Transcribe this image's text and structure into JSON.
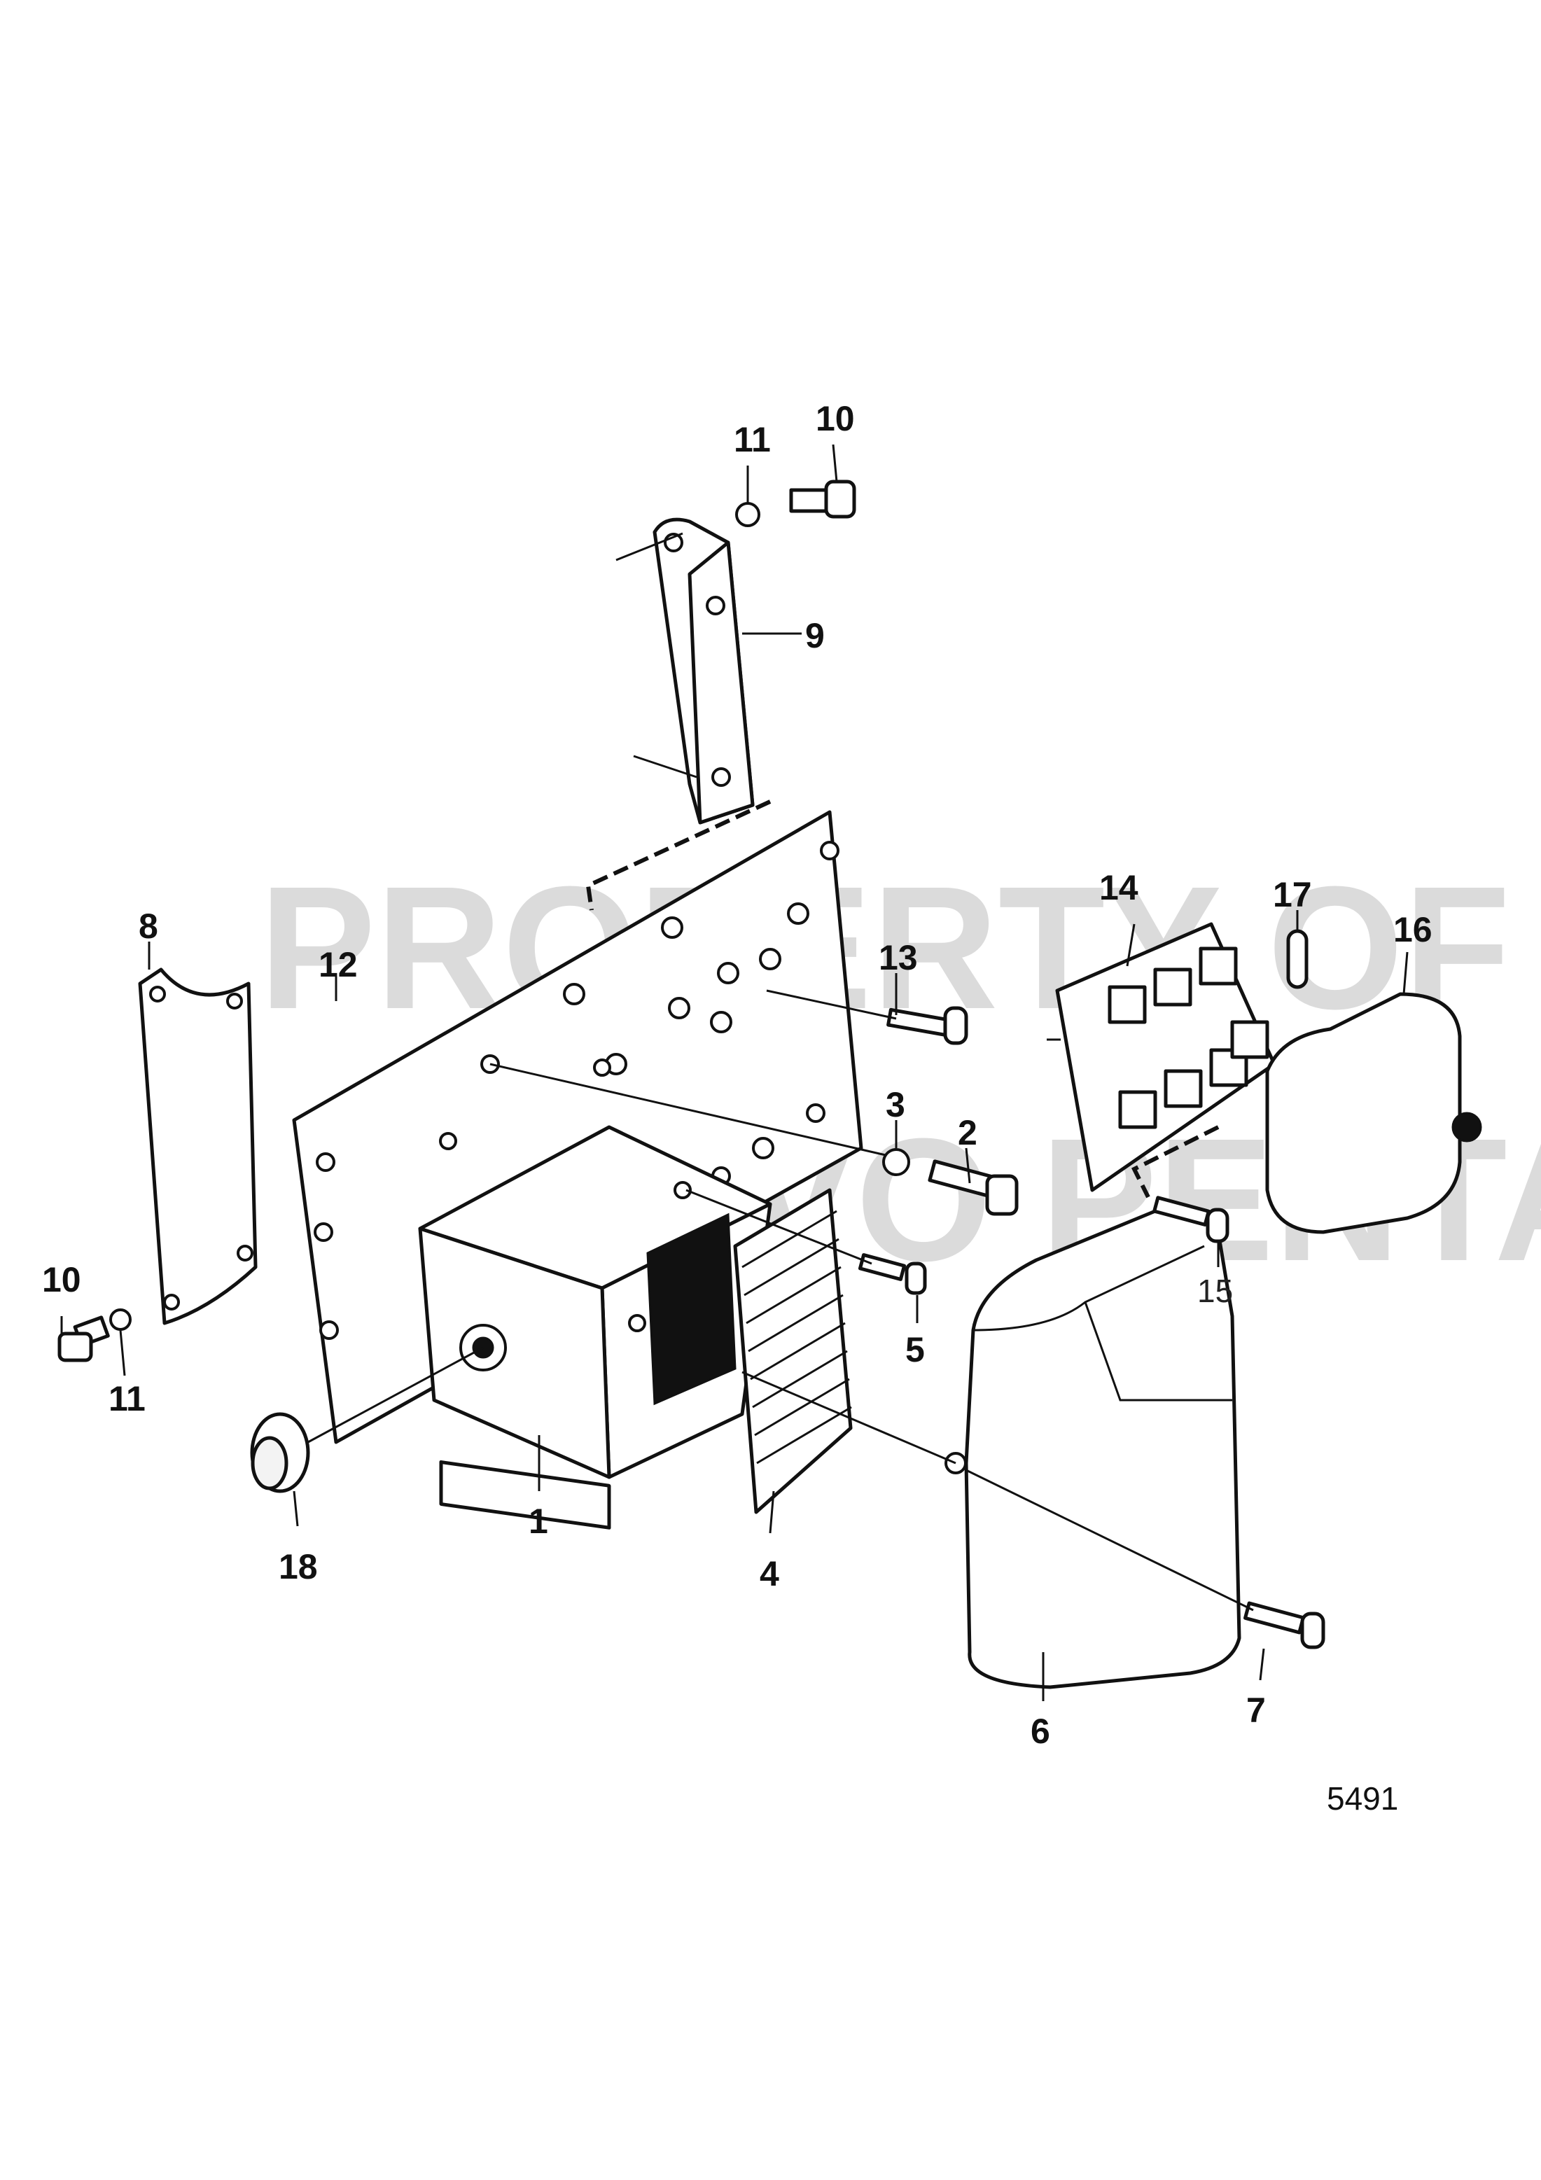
{
  "figure_number": "5491",
  "watermark": {
    "line1": "PROPERTY OF",
    "line2": "VOLVO PENTA"
  },
  "callouts": {
    "c1": "1",
    "c2": "2",
    "c3": "3",
    "c4": "4",
    "c5": "5",
    "c6": "6",
    "c7": "7",
    "c8": "8",
    "c9": "9",
    "c10a": "10",
    "c10b": "10",
    "c11a": "11",
    "c11b": "11",
    "c12": "12",
    "c13": "13",
    "c14": "14",
    "c15": "15",
    "c16": "16",
    "c17": "17",
    "c18": "18"
  }
}
